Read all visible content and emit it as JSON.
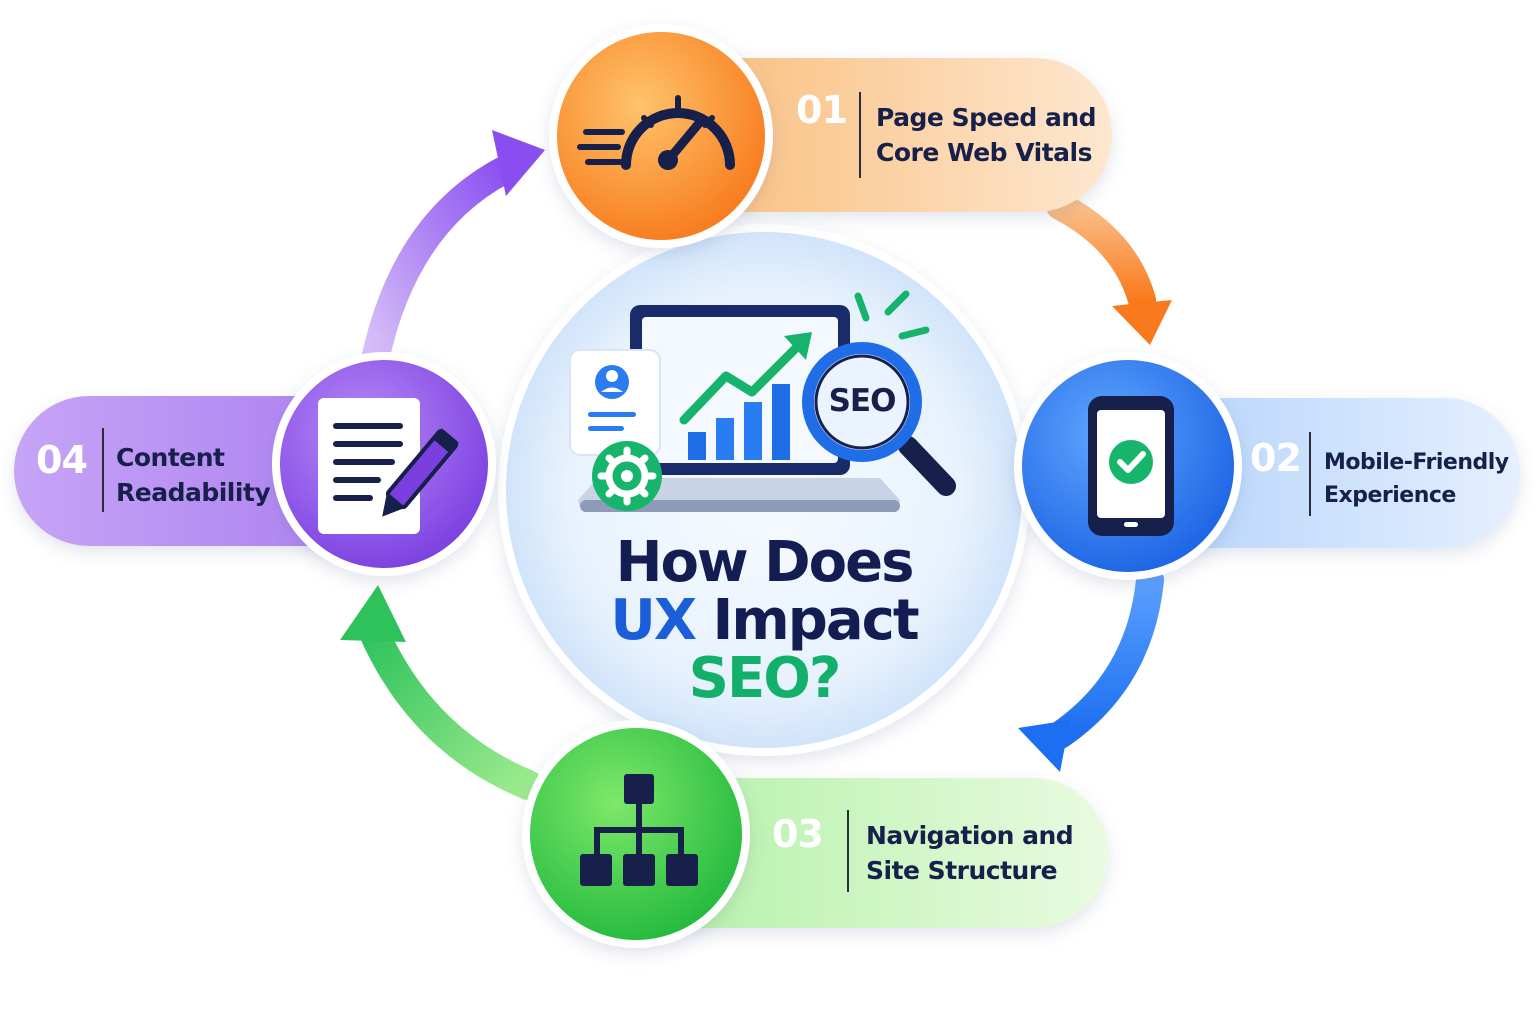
{
  "title": {
    "line1": "How Does",
    "line2_accent": "UX",
    "line2_rest": " Impact",
    "line3": "SEO?"
  },
  "center_graphic": {
    "magnifier_label": "SEO",
    "icons": [
      "laptop-icon",
      "growth-chart-icon",
      "user-profile-card-icon",
      "gear-icon",
      "magnifier-icon"
    ]
  },
  "steps": [
    {
      "number": "01",
      "label_line1": "Page Speed and",
      "label_line2": "Core Web Vitals",
      "icon": "speedometer-icon",
      "color": "#f98b2c"
    },
    {
      "number": "02",
      "label_line1": "Mobile-Friendly",
      "label_line2": "Experience",
      "icon": "mobile-check-icon",
      "color": "#2f7cf0"
    },
    {
      "number": "03",
      "label_line1": "Navigation and",
      "label_line2": "Site Structure",
      "icon": "sitemap-icon",
      "color": "#3dcb4f"
    },
    {
      "number": "04",
      "label_line1": "Content",
      "label_line2": "Readability",
      "icon": "document-edit-icon",
      "color": "#9a55e8"
    }
  ],
  "colors": {
    "orange": "#f98b2c",
    "blue": "#2f7cf0",
    "green": "#3dcb4f",
    "purple": "#9a55e8",
    "navy": "#131d52",
    "seo_green": "#12b06a"
  }
}
